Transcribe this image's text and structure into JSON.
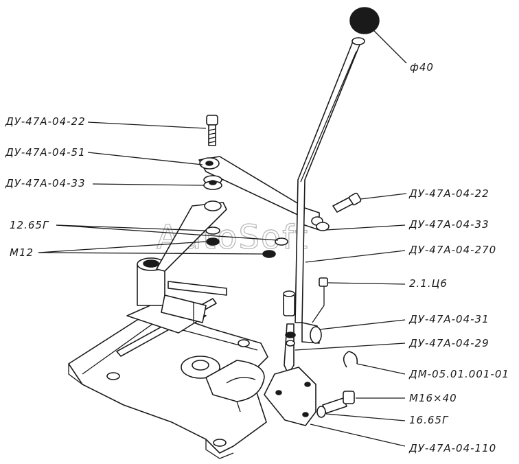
{
  "watermark": "AutoSoft",
  "callouts": {
    "knob_diameter": "ф40",
    "left_bolt": "ДУ-47А-04-22",
    "left_lever": "ДУ-47А-04-51",
    "left_spring": "ДУ-47А-04-33",
    "washers_left": "12.65Г",
    "nuts_left": "М12",
    "right_bolt": "ДУ-47А-04-22",
    "right_spring": "ДУ-47А-04-33",
    "shift_lever": "ДУ-47А-04-270",
    "pin": "2.1.Ц6",
    "bushing": "ДУ-47А-04-31",
    "rod": "ДУ-47А-04-29",
    "circlip": "ДМ-05.01.001-01",
    "bolt_m16": "М16×40",
    "washer_16": "16.65Г",
    "bracket": "ДУ-47А-04-110"
  }
}
